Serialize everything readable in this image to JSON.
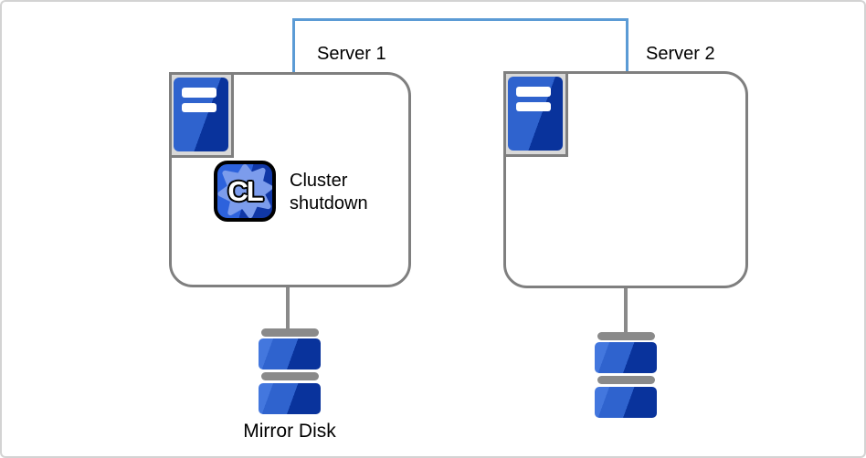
{
  "servers": [
    {
      "label": "Server 1"
    },
    {
      "label": "Server 2"
    }
  ],
  "annotation": {
    "icon_text": "CL",
    "label": "Cluster shutdown"
  },
  "storage": {
    "mirror_disk_label": "Mirror Disk"
  },
  "icons": {
    "server_unit": "server-tower-icon",
    "cluster_app": "cluster-shutdown-icon",
    "gear": "gear-icon",
    "disk_stack": "mirror-disk-icon"
  },
  "colors": {
    "interconnect_blue": "#5B9BD5",
    "outline_gray": "#7F7F7F",
    "device_blue_light": "#2F63CE",
    "device_blue_dark": "#09339C",
    "icon_frame_fill": "#D9D9D9",
    "cluster_icon_gear_blue": "#7C9CEC",
    "connector_gray": "#8A8A8A"
  }
}
